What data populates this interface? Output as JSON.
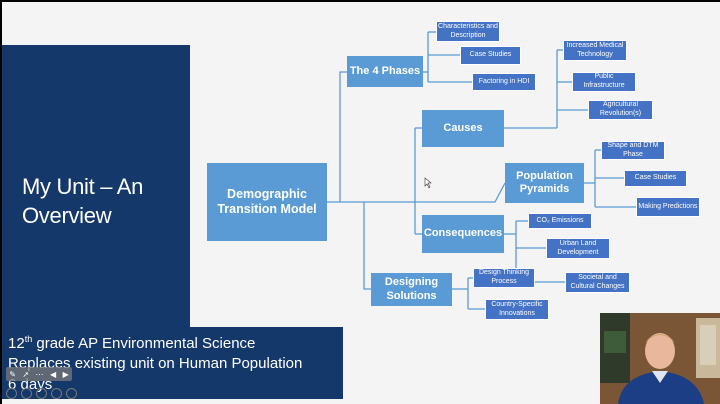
{
  "slide": {
    "title": "My Unit – An Overview",
    "caption": {
      "line1_grade": "12",
      "line1_sup": "th",
      "line1_rest": " grade AP Environmental Science",
      "line2": "Replaces existing unit on  Human Population",
      "line3": "6 days"
    }
  },
  "diagram": {
    "root": "Demographic Transition Model",
    "phases": {
      "label": "The 4 Phases",
      "children": [
        "Characteristics and Description",
        "Case Studies",
        "Factoring in HDI"
      ]
    },
    "causes": {
      "label": "Causes",
      "children": [
        "Increased Medical Technology",
        "Public Infrastructure",
        "Agricultural Revolution(s)"
      ]
    },
    "pyramids": {
      "label": "Population Pyramids",
      "children": [
        "Shape and DTM Phase",
        "Case Studies",
        "Making Predictions"
      ]
    },
    "consequences": {
      "label": "Consequences",
      "children": [
        "CO₂ Emissions",
        "Urban Land Development",
        "Societal and Cultural Changes"
      ]
    },
    "solutions": {
      "label": "Designing Solutions",
      "children": [
        "Design Thinking Process",
        "Country-Specific Innovations"
      ]
    }
  },
  "colors": {
    "panel": "#15386a",
    "node": "#5b9bd5",
    "leaf": "#4472c4",
    "connector": "#5b9bd5"
  },
  "icons": [
    "pen-icon",
    "pointer-icon",
    "more-icon",
    "prev-icon",
    "next-icon",
    "webcam-video"
  ]
}
